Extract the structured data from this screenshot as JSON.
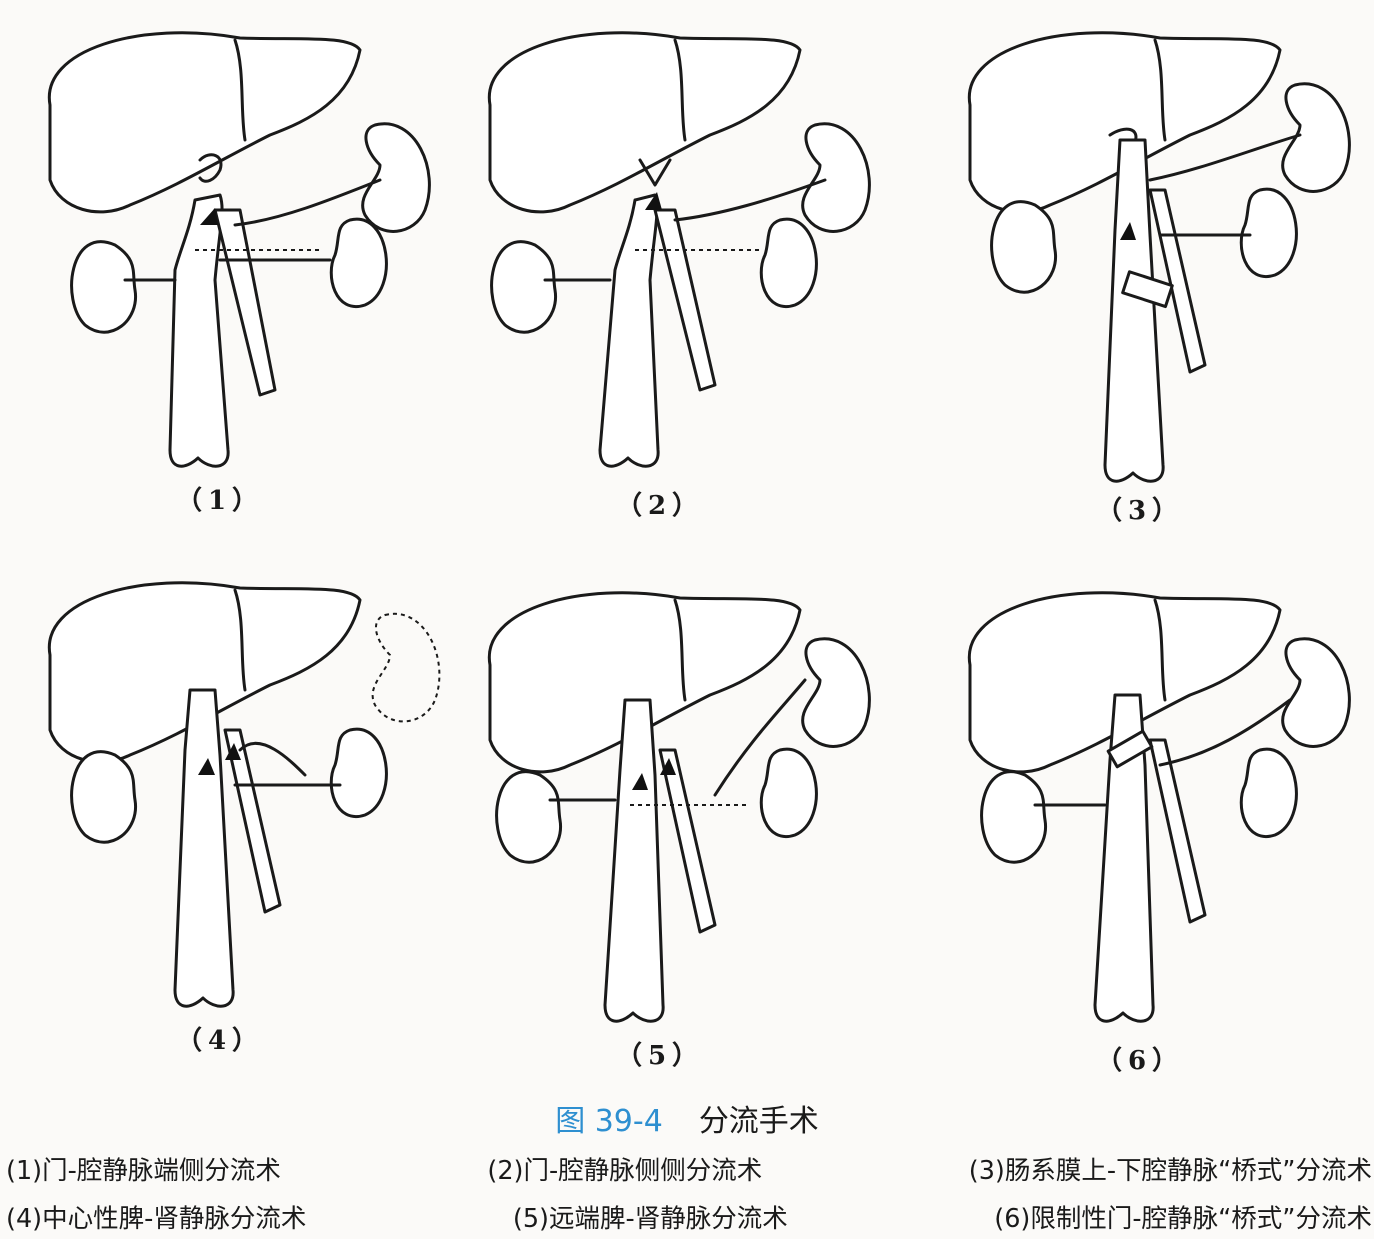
{
  "panels": [
    {
      "label": "（1）"
    },
    {
      "label": "（2）"
    },
    {
      "label": "（3）"
    },
    {
      "label": "（4）"
    },
    {
      "label": "（5）"
    },
    {
      "label": "（6）"
    }
  ],
  "figure": {
    "number": "图 39-4",
    "title": "分流手术"
  },
  "captions": [
    "(1)门-腔静脉端侧分流术",
    "(2)门-腔静脉侧侧分流术",
    "(3)肠系膜上-下腔静脉“桥式”分流术",
    "(4)中心性脾-肾静脉分流术",
    "(5)远端脾-肾静脉分流术",
    "(6)限制性门-腔静脉“桥式”分流术"
  ],
  "colors": {
    "figure_number": "#2e8fd0",
    "ink": "#1a1a1a"
  }
}
